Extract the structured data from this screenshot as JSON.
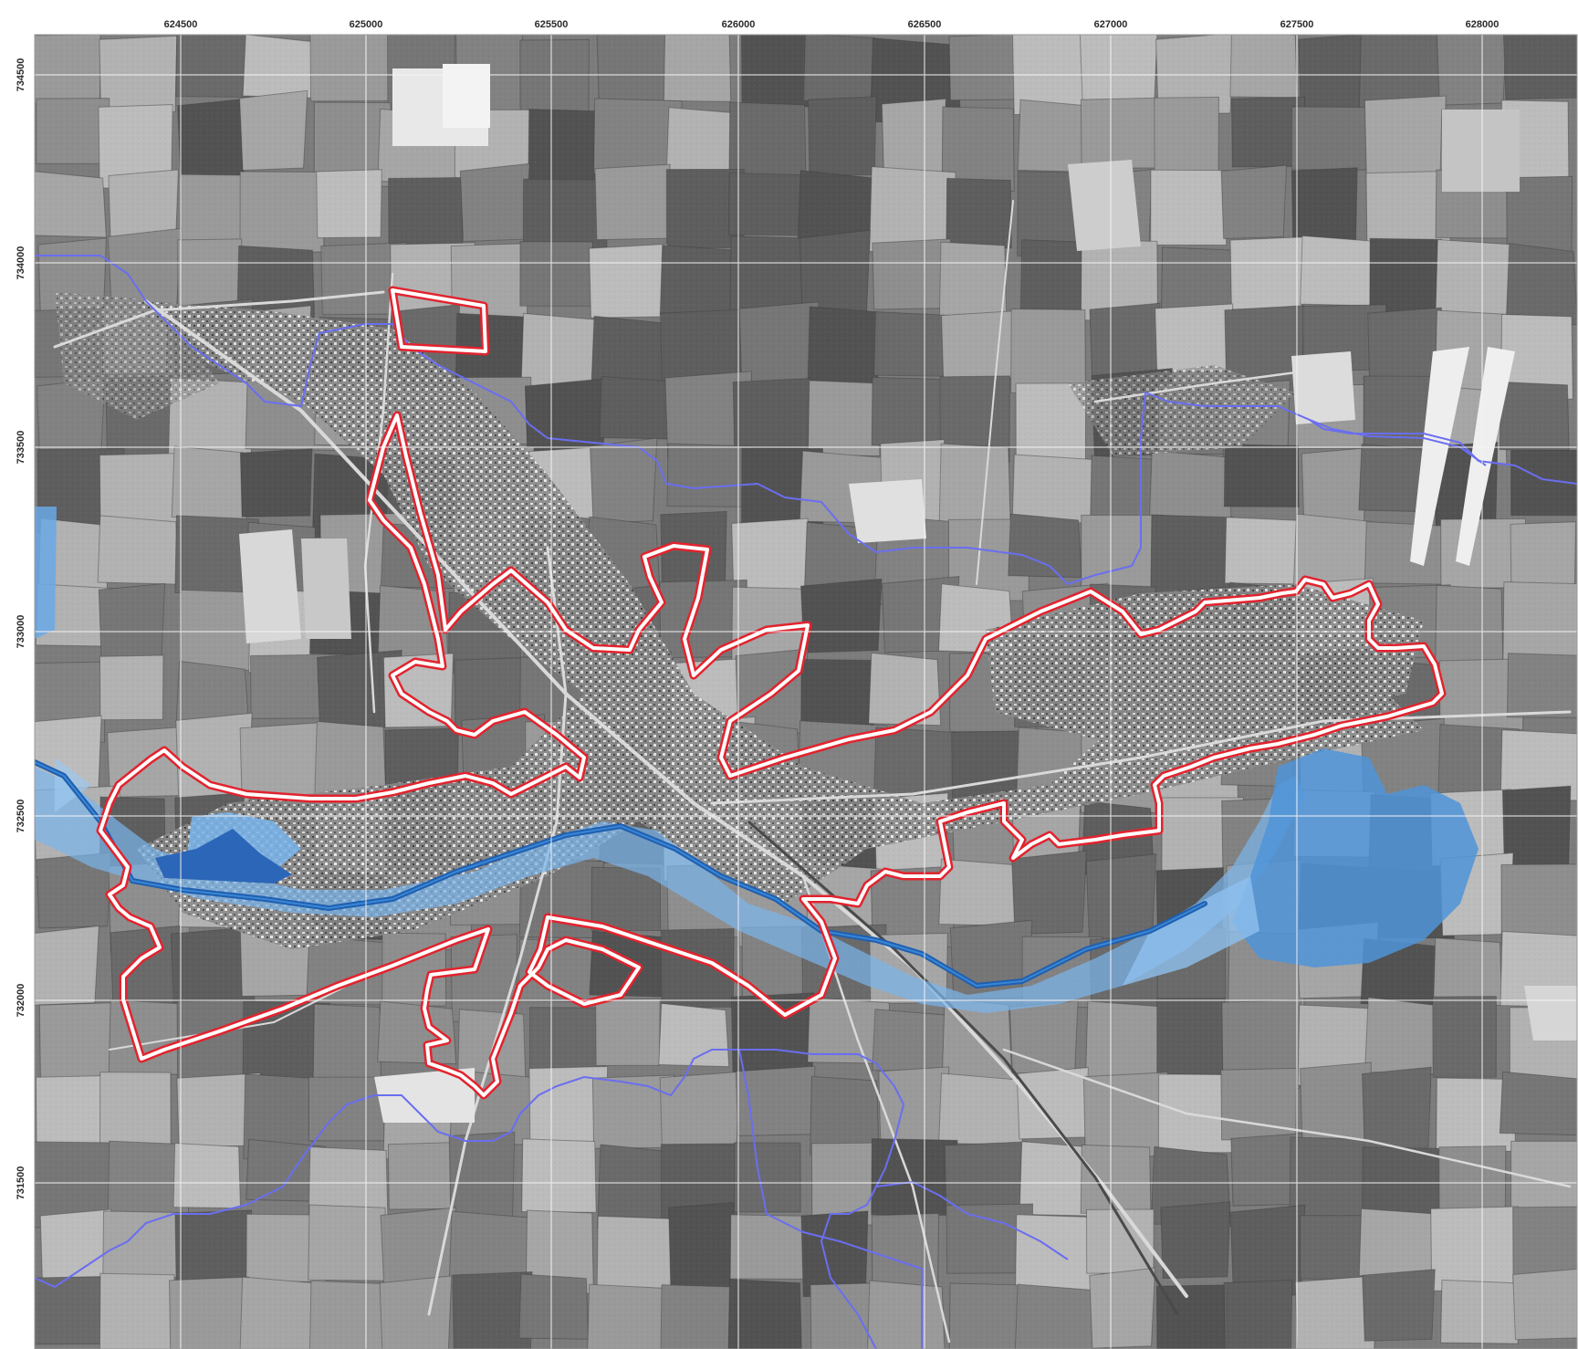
{
  "map": {
    "x_ticks": [
      "624500",
      "625000",
      "625500",
      "626000",
      "626500",
      "627000",
      "627500",
      "628000"
    ],
    "y_ticks": [
      "734500",
      "734000",
      "733500",
      "733000",
      "732500",
      "732000",
      "731500"
    ],
    "colors": {
      "boundary": "#e2232e",
      "catchment_line": "#6a6ef0",
      "river": "#1f5fb0",
      "flood_deep": "#2f6fc4",
      "flood_shallow": "#79b4ee",
      "grid": "#f4f4f4"
    }
  }
}
